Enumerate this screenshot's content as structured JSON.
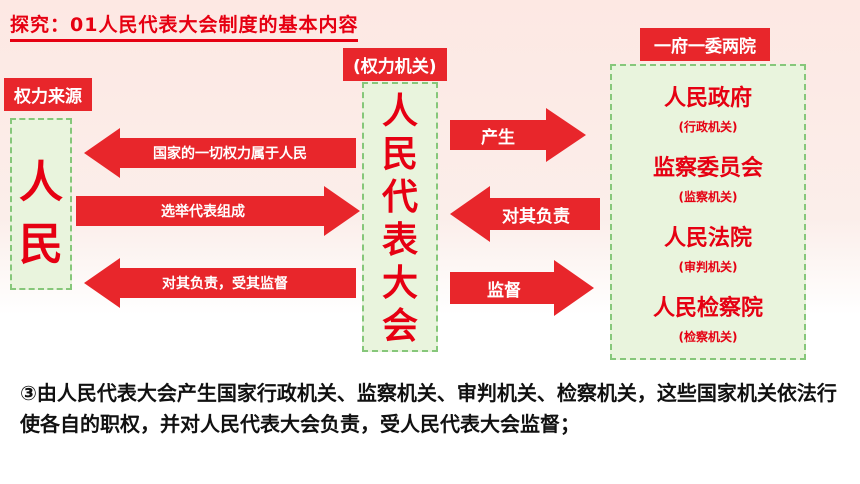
{
  "title": "探究：01人民代表大会制度的基本内容",
  "tags": {
    "source": "权力来源",
    "organ": "(权力机关)",
    "oneGov": "一府一委两院"
  },
  "people": {
    "char1": "人",
    "char2": "民"
  },
  "congress": {
    "chars": [
      "人",
      "民",
      "代",
      "表",
      "大",
      "会"
    ]
  },
  "arrows": {
    "left1": "国家的一切权力属于人民",
    "right1": "选举代表组成",
    "left2": "对其负责，受其监督",
    "produce": "产生",
    "responsible": "对其负责",
    "supervise": "监督"
  },
  "organs": [
    {
      "name": "人民政府",
      "sub": "(行政机关)"
    },
    {
      "name": "监察委员会",
      "sub": "(监察机关)"
    },
    {
      "name": "人民法院",
      "sub": "(审判机关)"
    },
    {
      "name": "人民检察院",
      "sub": "(检察机关)"
    }
  ],
  "bottom": "③由人民代表大会产生国家行政机关、监察机关、审判机关、检察机关，这些国家机关依法行使各自的职权，并对人民代表大会负责，受人民代表大会监督；",
  "colors": {
    "accent": "#e60012",
    "arrow": "#e8262b",
    "panel": "#e9f4dd",
    "panelBorder": "#86c77a"
  }
}
